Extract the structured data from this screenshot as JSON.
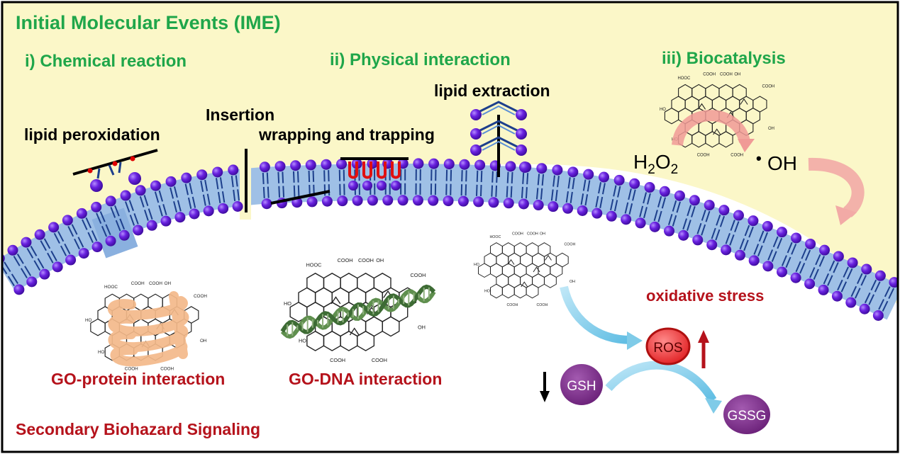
{
  "title": "Initial Molecular Events (IME)",
  "categories": {
    "chemical": "i) Chemical reaction",
    "physical": "ii) Physical interaction",
    "biocatalysis": "iii) Biocatalysis"
  },
  "events": {
    "lipid_peroxidation": "lipid peroxidation",
    "insertion": "Insertion",
    "wrapping": "wrapping and trapping",
    "lipid_extraction": "lipid extraction"
  },
  "reaction": {
    "h2o2_h": "H",
    "h2o2_sub1": "2",
    "h2o2_o": "O",
    "h2o2_sub2": "2",
    "radical_dot": "•",
    "hydroxyl": "OH"
  },
  "go_labels": {
    "cooh": "COOH",
    "hooc": "HOOC",
    "oh": "OH",
    "ho": "HO"
  },
  "interactions": {
    "protein": "GO-protein interaction",
    "dna": "GO-DNA interaction"
  },
  "stress": {
    "title": "oxidative stress",
    "ros": "ROS",
    "gsh": "GSH",
    "gssg": "GSSG"
  },
  "footer": "Secondary Biohazard Signaling",
  "colors": {
    "header_bg": "#fbf7c8",
    "green_text": "#1fa64a",
    "red_text": "#b5121b",
    "membrane_blue": "#8fb4e0",
    "head_purple": "#5a16c8",
    "tail_navy": "#1d3f8c",
    "ros_red": "#e8282a",
    "gsh_purple": "#7a2a8a",
    "arrow_cyan": "#7fcbe8",
    "arrow_pink": "#f09a96"
  }
}
